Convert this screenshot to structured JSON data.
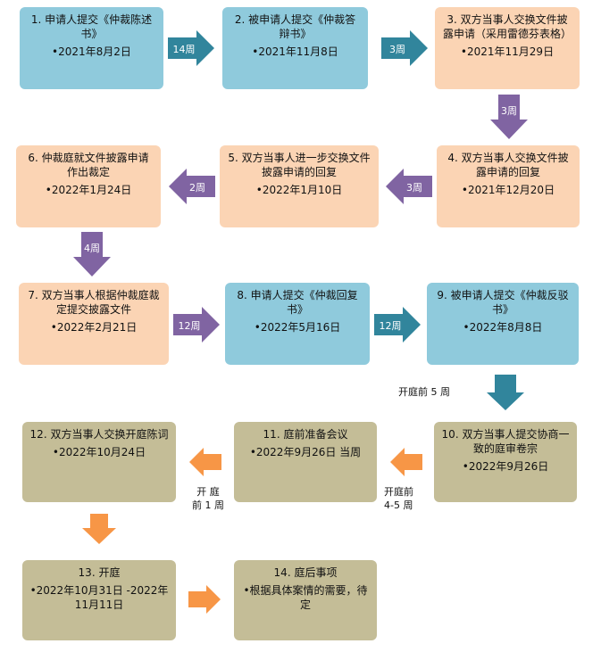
{
  "steps": [
    {
      "title": "1. 申请人提交《仲裁陈述书》",
      "date": "•2021年8月2日"
    },
    {
      "title": "2. 被申请人提交《仲裁答辩书》",
      "date": "•2021年11月8日"
    },
    {
      "title": "3. 双方当事人交换文件披露申请（采用雷德芬表格）",
      "date": "•2021年11月29日"
    },
    {
      "title": "4. 双方当事人交换文件披露申请的回复",
      "date": "•2021年12月20日"
    },
    {
      "title": "5. 双方当事人进一步交换文件披露申请的回复",
      "date": "•2022年1月10日"
    },
    {
      "title": "6. 仲裁庭就文件披露申请作出裁定",
      "date": "•2022年1月24日"
    },
    {
      "title": "7. 双方当事人根据仲裁庭裁定提交披露文件",
      "date": "•2022年2月21日"
    },
    {
      "title": "8. 申请人提交《仲裁回复书》",
      "date": "•2022年5月16日"
    },
    {
      "title": "9. 被申请人提交《仲裁反驳书》",
      "date": "•2022年8月8日"
    },
    {
      "title": "10. 双方当事人提交协商一致的庭审卷宗",
      "date": "•2022年9月26日"
    },
    {
      "title": "11. 庭前准备会议",
      "date": "•2022年9月26日 当周"
    },
    {
      "title": "12. 双方当事人交换开庭陈词",
      "date": "•2022年10月24日"
    },
    {
      "title": "13. 开庭",
      "date": "•2022年10月31日 -2022年11月11日"
    },
    {
      "title": "14. 庭后事项",
      "date": "•根据具体案情的需要，待定"
    }
  ],
  "arrows": {
    "a1_2": "14周",
    "a2_3": "3周",
    "a3_4": "3周",
    "a4_5": "3周",
    "a5_6": "2周",
    "a6_7": "4周",
    "a7_8": "12周",
    "a8_9": "12周",
    "a9_10": "开庭前 5 周",
    "a10_11": "开庭前\n4-5 周",
    "a11_12": "开 庭\n前 1 周"
  },
  "colors": {
    "blue_box": "#8fcadc",
    "peach_box": "#fbd4b4",
    "khaki_box": "#c4bd97",
    "teal_arrow": "#31859c",
    "purple_arrow": "#8064a2",
    "orange_arrow": "#f79646"
  }
}
